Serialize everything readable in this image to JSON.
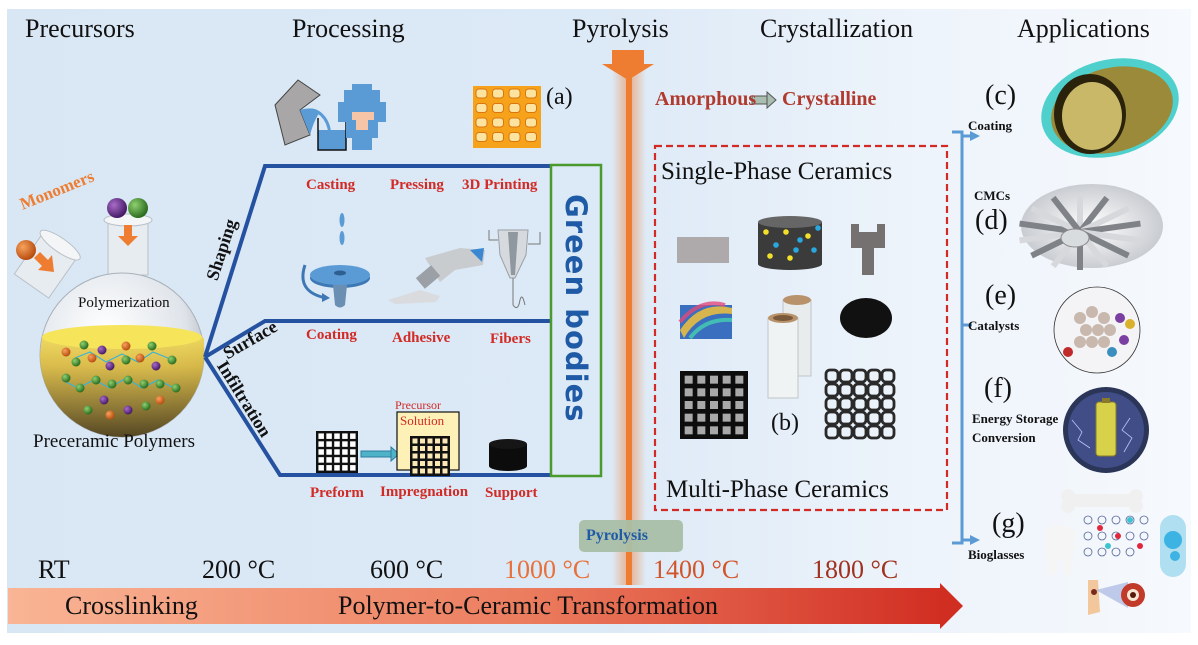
{
  "columns": {
    "precursors": "Precursors",
    "processing": "Processing",
    "pyrolysis": "Pyrolysis",
    "crystallization": "Crystallization",
    "applications": "Applications"
  },
  "precursor": {
    "monomers_label": "Monomers",
    "flask_label": "Polymerization",
    "caption": "Preceramic Polymers",
    "colors": {
      "orange": "#d9651c",
      "purple": "#6a2a8c",
      "green": "#3f9a2c",
      "liquid": "#f1d23c"
    }
  },
  "branches": [
    {
      "label": "Shaping",
      "methods": [
        "Casting",
        "Pressing",
        "3D Printing"
      ]
    },
    {
      "label": "Surface",
      "methods": [
        "Coating",
        "Adhesive",
        "Fibers"
      ]
    },
    {
      "label": "Infiltration",
      "methods": [
        "Preform",
        "Impregnation",
        "Support"
      ]
    }
  ],
  "impregnation_box": {
    "line1": "Precursor",
    "line2": "Solution"
  },
  "panel_labels": {
    "a": "(a)",
    "b": "(b)"
  },
  "green_bodies": "Green bodies",
  "pyrolysis_badge": "Pyrolysis",
  "phase_change": {
    "from": "Amorphous",
    "to": "Crystalline"
  },
  "ceramics": {
    "single": "Single-Phase Ceramics",
    "multi": "Multi-Phase Ceramics"
  },
  "applications": [
    {
      "letter": "(c)",
      "label": "Coating"
    },
    {
      "letter": "(d)",
      "label": "CMCs"
    },
    {
      "letter": "(e)",
      "label": "Catalysts"
    },
    {
      "letter": "(f)",
      "label": "Energy Storage Conversion"
    },
    {
      "letter": "(g)",
      "label": "Bioglasses"
    }
  ],
  "temperatures": [
    {
      "label": "RT",
      "color": "#111111"
    },
    {
      "label": "200 °C",
      "color": "#111111"
    },
    {
      "label": "600 °C",
      "color": "#111111"
    },
    {
      "label": "1000 °C",
      "color": "#e8703a"
    },
    {
      "label": "1400 °C",
      "color": "#d2552a"
    },
    {
      "label": "1800 °C",
      "color": "#a0321f"
    }
  ],
  "timeline": {
    "stage1": "Crosslinking",
    "stage2": "Polymer-to-Ceramic Transformation"
  },
  "colors": {
    "branch_blue": "#2552a0",
    "green_box": "#4a9a2e",
    "pyrolysis_orange": "#ee7d31",
    "dashed_red": "#d42a25",
    "bracket_blue": "#5b9bd5",
    "accent_red": "#b03a2e"
  }
}
